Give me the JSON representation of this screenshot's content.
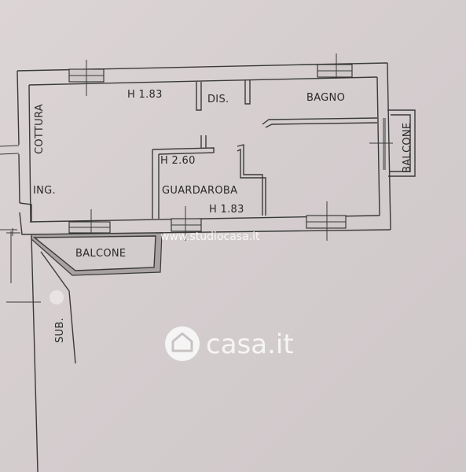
{
  "plan": {
    "rooms": {
      "cottura": "COTTURA",
      "ingresso": "ING.",
      "dis": "DIS.",
      "bagno": "BAGNO",
      "guardaroba": "GUARDAROBA",
      "balcone_bottom": "BALCONE",
      "balcone_right": "BALCONE",
      "sub": "SUB."
    },
    "heights": {
      "main": "H 1.83",
      "guardaroba_top": "H 2.60",
      "guardaroba_bottom": "H 1.83"
    }
  },
  "watermark": {
    "site": "www.studiocasa.it",
    "brand": "casa.it"
  },
  "colors": {
    "paper": "#d6cfcf",
    "line": "#3a3a3a",
    "wall_fill": "#a9a2a3",
    "watermark": "#ffffff"
  }
}
